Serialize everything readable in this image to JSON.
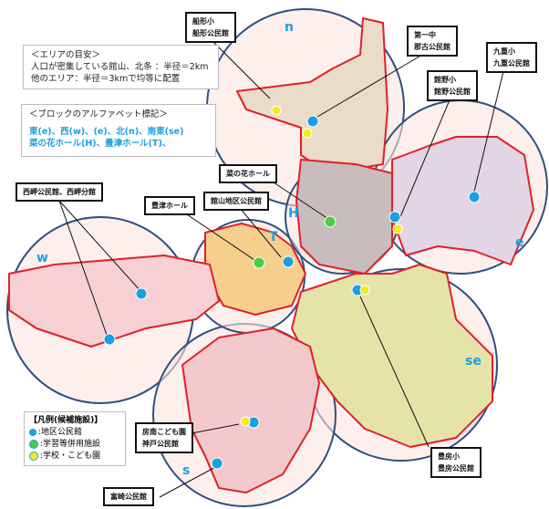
{
  "info_area": {
    "title": "＜エリアの目安＞",
    "line1": "人口が密集している館山、北条 ：半径＝2km",
    "line2": "他のエリア：半径＝3kmで均等に配置"
  },
  "info_block": {
    "title": "＜ブロックのアルファベット標記＞",
    "line1": "東(e)、西(w)、(e)、北(n)、南東(se)",
    "line2": "菜の花ホール(H)、豊津ホール(T)、"
  },
  "areas": {
    "n": "n",
    "e": "e",
    "H": "H",
    "T": "T",
    "w": "w",
    "se": "se",
    "s": "s"
  },
  "labels": {
    "funagata": "船形小\n船形公民館",
    "daiichi": "第一中\n那古公民館",
    "kokonoe": "九重小\n九重公民館",
    "tateno": "館野小\n館野公民館",
    "nanohana": "菜の花ホール",
    "nishizaki": "西岬公民館、西岬分館",
    "toyotsu": "豊津ホール",
    "tateyama": "館山地区公民館",
    "kanbe": "房南こども園\n神戸公民館",
    "toyofusa": "豊房小\n豊房公民館",
    "tomisaki": "富崎公民館"
  },
  "legend": {
    "title": "【凡例(候補施設)】",
    "items": [
      {
        "label": ":地区公民館",
        "color": "#1aa0e0"
      },
      {
        "label": ":学習等併用施設",
        "color": "#4ccc44"
      },
      {
        "label": ":学校・こども園",
        "color": "#f3ec1a"
      }
    ]
  }
}
